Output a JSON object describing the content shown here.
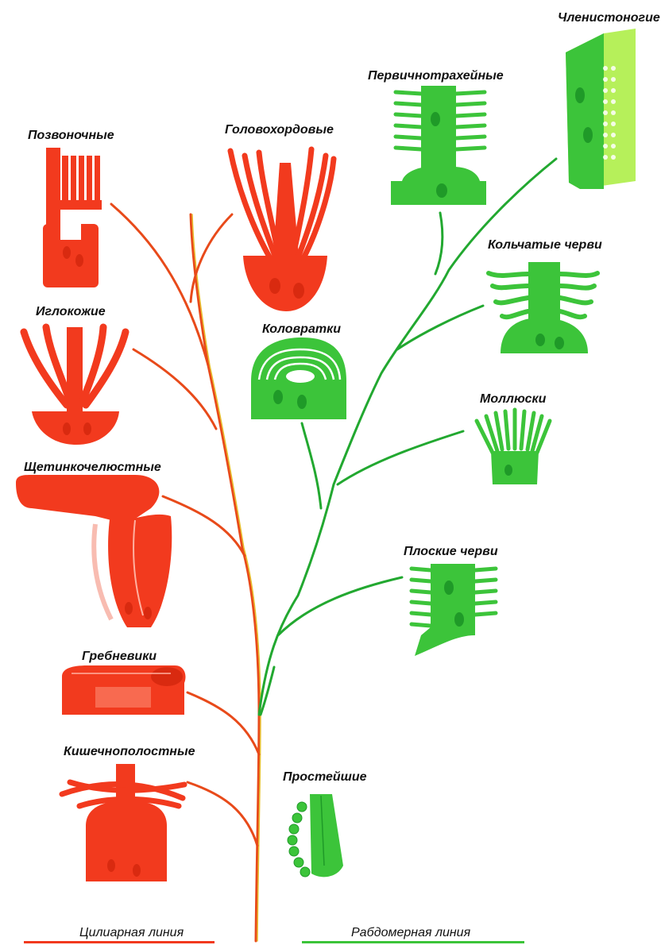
{
  "colors": {
    "ciliary": "#f23a1e",
    "ciliary_dark": "#d92a10",
    "ciliary_trunk": "#e8c030",
    "rhabdomeric": "#3cc43a",
    "rhabdomeric_dark": "#1f9a28",
    "rhabdomeric_light": "#b6f05a",
    "text": "#111111"
  },
  "taxa": {
    "vertebrates": "Позвоночные",
    "cephalochordates": "Головохордовые",
    "echinoderms": "Иглокожие",
    "chaetognaths": "Щетинкочелюстные",
    "ctenophores": "Гребневики",
    "cnidarians": "Кишечнополостные",
    "arthropods": "Членистоногие",
    "onychophorans": "Первичнотрахейные",
    "annelids": "Кольчатые черви",
    "rotifers": "Коловратки",
    "molluscs": "Моллюски",
    "flatworms": "Плоские черви",
    "protozoa": "Простейшие"
  },
  "legend": {
    "ciliary": "Цилиарная линия",
    "rhabdomeric": "Рабдомерная линия"
  }
}
